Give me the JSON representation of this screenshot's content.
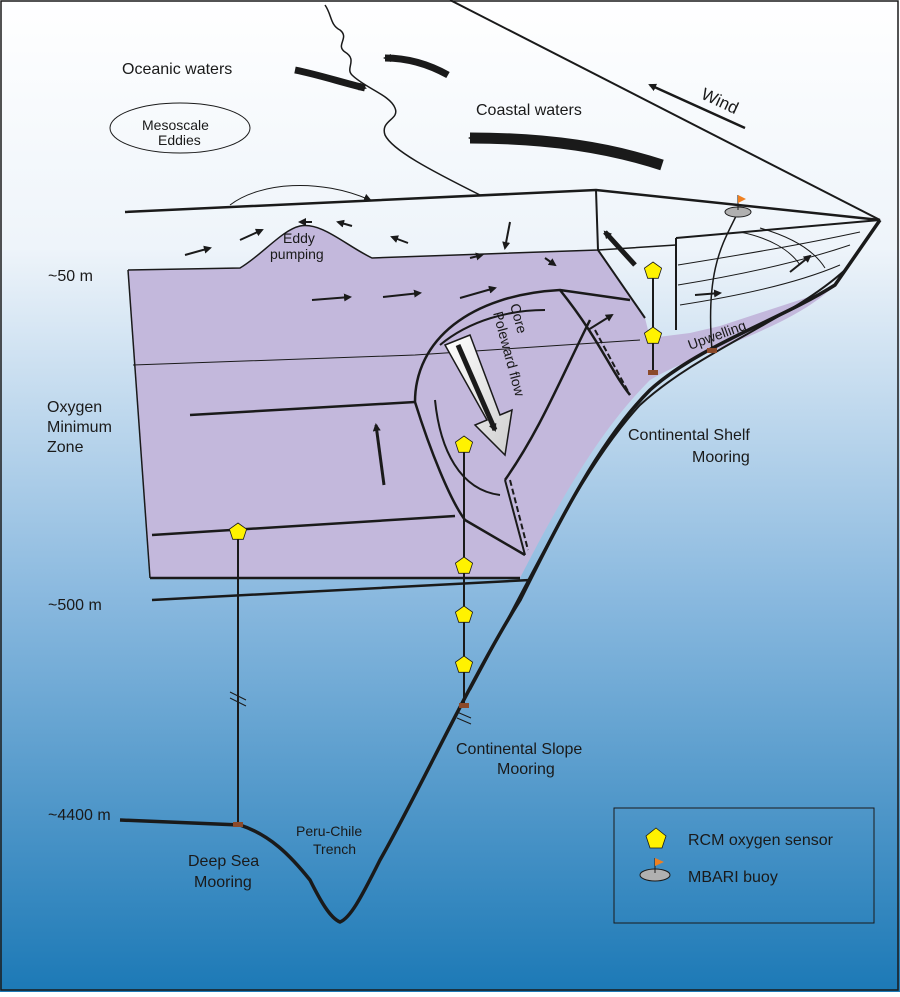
{
  "labels": {
    "oceanic_waters": "Oceanic waters",
    "coastal_waters": "Coastal waters",
    "wind": "Wind",
    "mesoscale_eddies_1": "Mesoscale",
    "mesoscale_eddies_2": "Eddies",
    "eddy_pumping_1": "Eddy",
    "eddy_pumping_2": "pumping",
    "depth_50": "~50 m",
    "depth_500": "~500 m",
    "depth_4400": "~4400 m",
    "omz_1": "Oxygen",
    "omz_2": "Minimum",
    "omz_3": "Zone",
    "core_1": "Core",
    "core_2": "Poleward flow",
    "upwelling": "Upwelling",
    "shelf_mooring_1": "Continental Shelf",
    "shelf_mooring_2": "Mooring",
    "slope_mooring_1": "Continental Slope",
    "slope_mooring_2": "Mooring",
    "deep_mooring_1": "Deep Sea",
    "deep_mooring_2": "Mooring",
    "trench_1": "Peru-Chile",
    "trench_2": "Trench"
  },
  "legend": {
    "rcm_sensor": "RCM oxygen sensor",
    "mbari_buoy": "MBARI buoy"
  },
  "colors": {
    "sea_top": "#ffffff",
    "sea_bottom": "#1f78b4",
    "omz_fill": "#c3b8dc",
    "sensor": "#fff200",
    "buoy_flag": "#f08020",
    "buoy_body": "#b0b0b0",
    "line": "#1a1a1a"
  }
}
